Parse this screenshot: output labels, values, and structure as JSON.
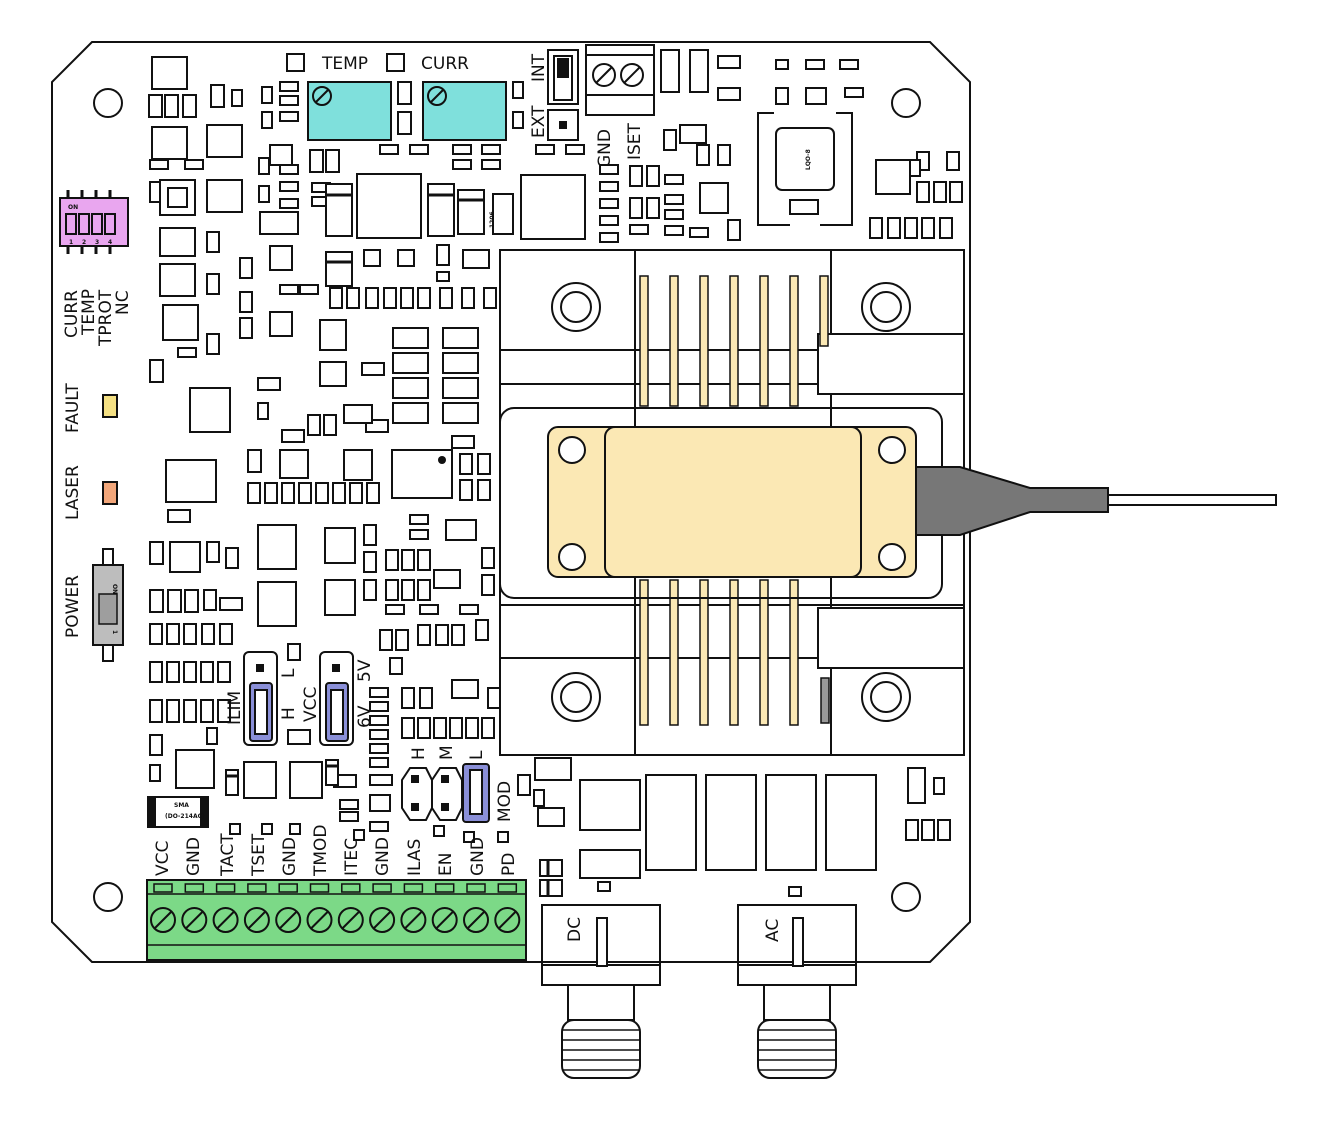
{
  "colors": {
    "board_outline": "#111111",
    "trimpot": "#7fe0dc",
    "dip_switch": "#e9a6ef",
    "fault_led": "#f4e083",
    "laser_led": "#f2a67a",
    "jumper_cap": "#8a8fd8",
    "terminal_block": "#7cd987",
    "laser_package": "#fbe8b4",
    "fiber_boot": "#777777",
    "power_switch": "#bdbdbd"
  },
  "trimpots": {
    "temp": "TEMP",
    "curr": "CURR"
  },
  "int_ext": {
    "int": "INT",
    "ext": "EXT"
  },
  "top_connector": {
    "gnd": "GND",
    "iset": "ISET"
  },
  "dip": {
    "on": "ON",
    "pins": [
      "1",
      "2",
      "3",
      "4"
    ],
    "labels": [
      "CURR",
      "TEMP",
      "TPROT",
      "NC"
    ]
  },
  "leds": {
    "fault": "FAULT",
    "laser": "LASER"
  },
  "power": {
    "label": "POWER",
    "on": "ON",
    "pos": "1"
  },
  "jumper_ilim": {
    "name": "ILIM",
    "h": "H",
    "l": "L"
  },
  "jumper_vcc": {
    "name": "VCC",
    "v5": "5V",
    "v6": "6V"
  },
  "mod_jumper": {
    "h": "H",
    "m": "M",
    "l": "L",
    "name": "MOD"
  },
  "terminals": [
    "VCC",
    "GND",
    "TACT",
    "TSET",
    "GND",
    "TMOD",
    "ITEC",
    "GND",
    "ILAS",
    "EN",
    "GND",
    "PD"
  ],
  "sma": {
    "dc": "DC",
    "ac": "AC"
  },
  "parts": {
    "case": "1206",
    "ic_marking": "LQO-8",
    "diode_line1": "SMA",
    "diode_line2": "(DO-214AC)"
  }
}
